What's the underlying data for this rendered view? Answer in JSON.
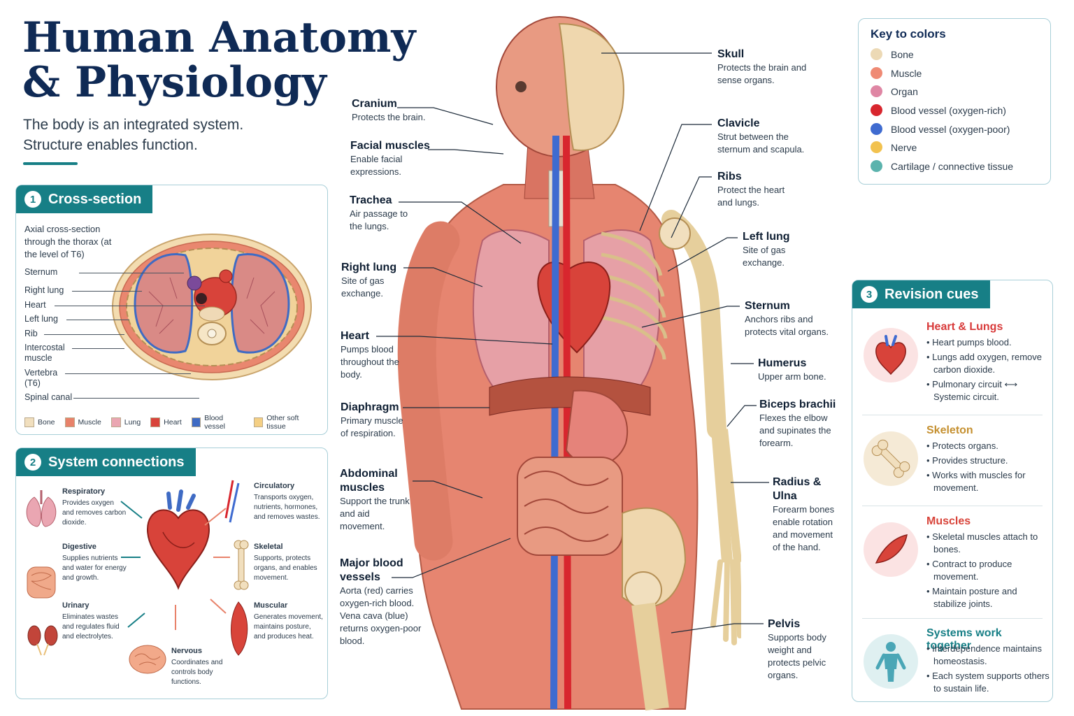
{
  "title_line1": "Human Anatomy",
  "title_line2": "& Physiology",
  "subtitle_line1": "The body is an integrated system.",
  "subtitle_line2": "Structure enables function.",
  "cross_section": {
    "number": "1",
    "title": "Cross-section",
    "caption": "Axial cross-section through the thorax (at the level of T6)",
    "labels": [
      "Sternum",
      "Right lung",
      "Heart",
      "Left lung",
      "Rib",
      "Intercostal muscle",
      "Vertebra (T6)",
      "Spinal canal"
    ],
    "legend": [
      {
        "label": "Bone",
        "color": "#f1dfbe"
      },
      {
        "label": "Muscle",
        "color": "#e8826a"
      },
      {
        "label": "Lung",
        "color": "#eaa6b2"
      },
      {
        "label": "Heart",
        "color": "#d8433a"
      },
      {
        "label": "Blood vessel",
        "color": "#3f6bc4"
      },
      {
        "label": "Other soft tissue",
        "color": "#f4cf84"
      }
    ]
  },
  "system_connections": {
    "number": "2",
    "title": "System connections",
    "systems": [
      {
        "name": "Respiratory",
        "desc": "Provides oxygen and removes carbon dioxide."
      },
      {
        "name": "Digestive",
        "desc": "Supplies nutrients and water for energy and growth."
      },
      {
        "name": "Urinary",
        "desc": "Eliminates wastes and regulates fluid and electrolytes."
      },
      {
        "name": "Nervous",
        "desc": "Coordinates and controls body functions."
      },
      {
        "name": "Circulatory",
        "desc": "Transports oxygen, nutrients, hormones, and removes wastes."
      },
      {
        "name": "Skeletal",
        "desc": "Supports, protects organs, and enables movement."
      },
      {
        "name": "Muscular",
        "desc": "Generates movement, maintains posture, and produces heat."
      }
    ]
  },
  "callouts": {
    "cranium": {
      "h": "Cranium",
      "d": "Protects the brain."
    },
    "facial": {
      "h": "Facial muscles",
      "d": "Enable facial expressions."
    },
    "trachea": {
      "h": "Trachea",
      "d": "Air passage to the lungs."
    },
    "right_lung": {
      "h": "Right lung",
      "d": "Site of gas exchange."
    },
    "heart": {
      "h": "Heart",
      "d": "Pumps blood throughout the body."
    },
    "diaphragm": {
      "h": "Diaphragm",
      "d": "Primary muscle of respiration."
    },
    "abdominal": {
      "h": "Abdominal muscles",
      "d": "Support the trunk and aid movement."
    },
    "vessels": {
      "h": "Major blood vessels",
      "d": "Aorta (red) carries oxygen-rich blood. Vena cava (blue) returns oxygen-poor blood."
    },
    "skull": {
      "h": "Skull",
      "d": "Protects the brain and sense organs."
    },
    "clavicle": {
      "h": "Clavicle",
      "d": "Strut between the sternum and scapula."
    },
    "ribs": {
      "h": "Ribs",
      "d": "Protect the heart and lungs."
    },
    "left_lung": {
      "h": "Left lung",
      "d": "Site of gas exchange."
    },
    "sternum": {
      "h": "Sternum",
      "d": "Anchors ribs and protects vital organs."
    },
    "humerus": {
      "h": "Humerus",
      "d": "Upper arm bone."
    },
    "biceps": {
      "h": "Biceps brachii",
      "d": "Flexes the elbow and supinates the forearm."
    },
    "radius": {
      "h": "Radius & Ulna",
      "d": "Forearm bones enable rotation and movement of the hand."
    },
    "pelvis": {
      "h": "Pelvis",
      "d": "Supports body weight and protects pelvic organs."
    }
  },
  "key": {
    "title": "Key to colors",
    "items": [
      {
        "label": "Bone",
        "color": "#ecd9b5"
      },
      {
        "label": "Muscle",
        "color": "#ef8a74"
      },
      {
        "label": "Organ",
        "color": "#df86a4"
      },
      {
        "label": "Blood vessel (oxygen-rich)",
        "color": "#d8262e"
      },
      {
        "label": "Blood vessel (oxygen-poor)",
        "color": "#3f6bd0"
      },
      {
        "label": "Nerve",
        "color": "#f2c24f"
      },
      {
        "label": "Cartilage / connective tissue",
        "color": "#5bb3ad"
      }
    ]
  },
  "revision": {
    "number": "3",
    "title": "Revision cues",
    "cues": [
      {
        "title": "Heart & Lungs",
        "color": "#d83a3a",
        "bullets": [
          "Heart pumps blood.",
          "Lungs add oxygen, remove carbon dioxide.",
          "Pulmonary circuit ⟷ Systemic circuit."
        ]
      },
      {
        "title": "Skeleton",
        "color": "#c59030",
        "bullets": [
          "Protects organs.",
          "Provides structure.",
          "Works with muscles for movement."
        ]
      },
      {
        "title": "Muscles",
        "color": "#d8443a",
        "bullets": [
          "Skeletal muscles attach to bones.",
          "Contract to produce movement.",
          "Maintain posture and stabilize joints."
        ]
      },
      {
        "title": "Systems work together",
        "color": "#177f86",
        "bullets": [
          "Interdependence maintains homeostasis.",
          "Each system supports others to sustain life."
        ]
      }
    ]
  }
}
